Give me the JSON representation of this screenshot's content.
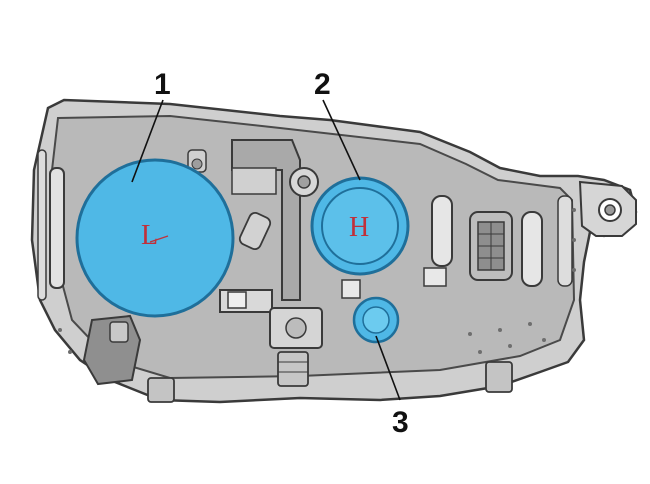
{
  "callouts": [
    {
      "number": "1"
    },
    {
      "number": "2"
    },
    {
      "number": "3"
    }
  ],
  "caps": {
    "low_beam_letter": "L",
    "high_beam_letter": "H"
  },
  "colors": {
    "cap_fill": "#4fb8e6",
    "cap_stroke": "#1f6f9a",
    "housing_fill": "#c9c9c9",
    "housing_dark": "#9c9c9c",
    "housing_stroke": "#3a3a3a",
    "leader": "#111111"
  }
}
